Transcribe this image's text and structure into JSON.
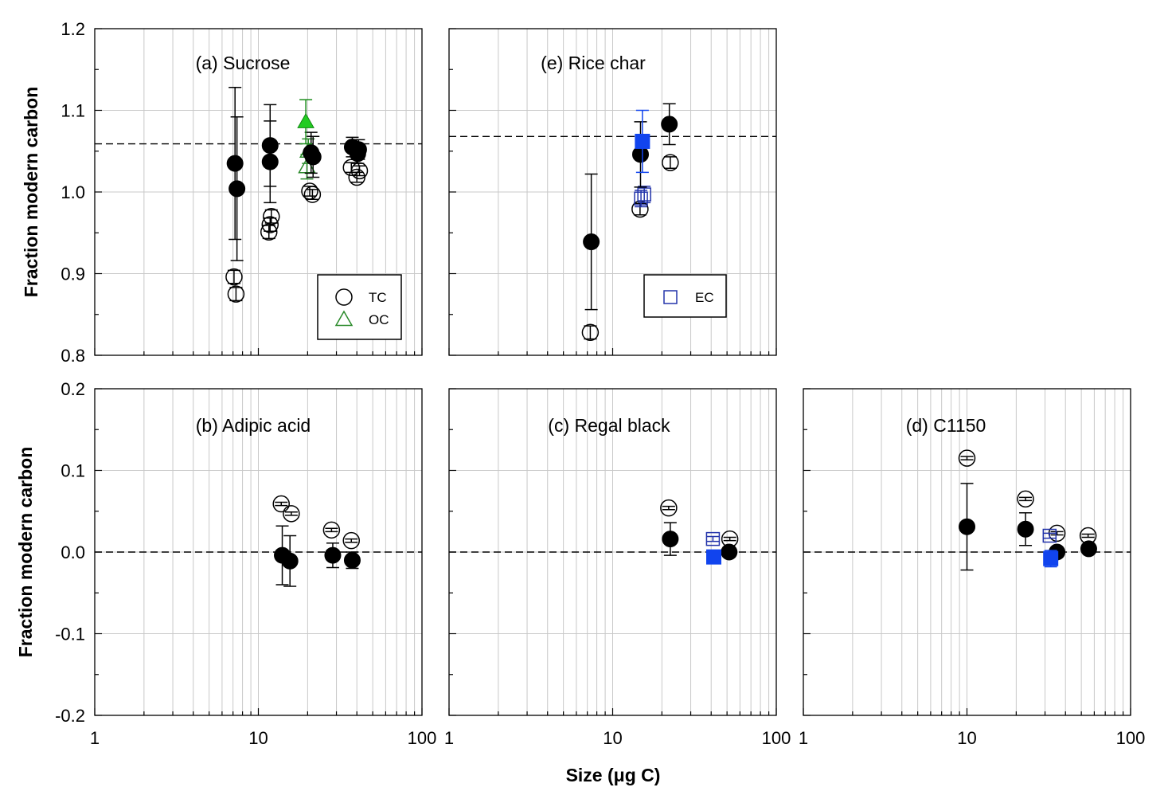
{
  "figure": {
    "y_axis_label_top": "Fraction modern carbon",
    "y_axis_label_bottom": "Fraction modern carbon",
    "x_axis_label": "Size (μg C)"
  },
  "colors": {
    "black": "#000000",
    "green": "#22cc22",
    "green_dark": "#2a8a2a",
    "blue": "#1144ee",
    "blue_dark": "#2233aa",
    "grid": "#c8c8c8"
  },
  "chart_data": [
    {
      "id": "a",
      "type": "scatter",
      "title": "(a) Sucrose",
      "xscale": "log",
      "xlim": [
        1,
        100
      ],
      "ylim": [
        0.8,
        1.2
      ],
      "yticks": [
        "0.8",
        "0.9",
        "1.0",
        "1.1",
        "1.2"
      ],
      "xticks": [
        "1",
        "10",
        "100"
      ],
      "show_yticks": true,
      "show_xticks": false,
      "grid": true,
      "reference_line": 1.059,
      "legend": {
        "position": "bottom-right",
        "entries": [
          {
            "label": "TC",
            "marker": "open-circle",
            "color": "#000000"
          },
          {
            "label": "OC",
            "marker": "open-triangle",
            "color": "#2a8a2a"
          }
        ]
      },
      "series": [
        {
          "marker": "filled-circle",
          "color": "#000000",
          "points": [
            {
              "x": 7.2,
              "y": 1.035,
              "err": 0.093
            },
            {
              "x": 7.4,
              "y": 1.004,
              "err": 0.088
            },
            {
              "x": 11.8,
              "y": 1.057,
              "err": 0.05
            },
            {
              "x": 11.8,
              "y": 1.037,
              "err": 0.05
            },
            {
              "x": 21.0,
              "y": 1.048,
              "err": 0.025
            },
            {
              "x": 21.6,
              "y": 1.043,
              "err": 0.025
            },
            {
              "x": 37.5,
              "y": 1.055,
              "err": 0.012
            },
            {
              "x": 40.5,
              "y": 1.047,
              "err": 0.012
            },
            {
              "x": 41.0,
              "y": 1.052,
              "err": 0.012
            }
          ]
        },
        {
          "marker": "open-circle",
          "color": "#000000",
          "points": [
            {
              "x": 7.1,
              "y": 0.896,
              "err": 0.008
            },
            {
              "x": 7.3,
              "y": 0.875,
              "err": 0.008
            },
            {
              "x": 11.6,
              "y": 0.951,
              "err": 0.008
            },
            {
              "x": 12.0,
              "y": 0.97,
              "err": 0.008
            },
            {
              "x": 11.8,
              "y": 0.96,
              "err": 0.008
            },
            {
              "x": 20.6,
              "y": 1.001,
              "err": 0.006
            },
            {
              "x": 21.4,
              "y": 0.997,
              "err": 0.006
            },
            {
              "x": 37.0,
              "y": 1.03,
              "err": 0.006
            },
            {
              "x": 40.0,
              "y": 1.018,
              "err": 0.006
            },
            {
              "x": 41.5,
              "y": 1.026,
              "err": 0.006
            }
          ]
        },
        {
          "marker": "filled-triangle",
          "color": "#22cc22",
          "points": [
            {
              "x": 19.5,
              "y": 1.086,
              "err": 0.027
            }
          ]
        },
        {
          "marker": "open-triangle",
          "color": "#2a8a2a",
          "points": [
            {
              "x": 19.8,
              "y": 1.031,
              "err": 0.015
            },
            {
              "x": 20.2,
              "y": 1.05,
              "err": 0.015
            }
          ]
        }
      ]
    },
    {
      "id": "e",
      "type": "scatter",
      "title": "(e) Rice char",
      "xscale": "log",
      "xlim": [
        1,
        100
      ],
      "ylim": [
        0.8,
        1.2
      ],
      "yticks": [],
      "xticks": [
        "1",
        "10",
        "100"
      ],
      "show_yticks": false,
      "show_xticks": false,
      "grid": true,
      "reference_line": 1.068,
      "legend": {
        "position": "bottom-right",
        "entries": [
          {
            "label": "EC",
            "marker": "open-square",
            "color": "#2233aa"
          }
        ]
      },
      "series": [
        {
          "marker": "filled-circle",
          "color": "#000000",
          "points": [
            {
              "x": 7.4,
              "y": 0.939,
              "err": 0.083
            },
            {
              "x": 14.8,
              "y": 1.046,
              "err": 0.04
            },
            {
              "x": 22.2,
              "y": 1.083,
              "err": 0.025
            }
          ]
        },
        {
          "marker": "open-circle",
          "color": "#000000",
          "points": [
            {
              "x": 7.3,
              "y": 0.828,
              "err": 0.008
            },
            {
              "x": 14.7,
              "y": 0.979,
              "err": 0.007
            },
            {
              "x": 22.5,
              "y": 1.036,
              "err": 0.007
            }
          ]
        },
        {
          "marker": "filled-square",
          "color": "#1144ee",
          "points": [
            {
              "x": 15.2,
              "y": 1.062,
              "err": 0.038
            }
          ]
        },
        {
          "marker": "open-square",
          "color": "#2233aa",
          "points": [
            {
              "x": 14.9,
              "y": 0.992,
              "err": 0.01
            },
            {
              "x": 15.6,
              "y": 0.997,
              "err": 0.01
            }
          ]
        }
      ]
    },
    {
      "id": "b",
      "type": "scatter",
      "title": "(b) Adipic acid",
      "xscale": "log",
      "xlim": [
        1,
        100
      ],
      "ylim": [
        -0.2,
        0.2
      ],
      "yticks": [
        "-0.2",
        "-0.1",
        "0.0",
        "0.1",
        "0.2"
      ],
      "xticks": [
        "1",
        "10",
        "100"
      ],
      "show_yticks": true,
      "show_xticks": true,
      "grid": true,
      "reference_line": 0.0,
      "series": [
        {
          "marker": "filled-circle",
          "color": "#000000",
          "points": [
            {
              "x": 14.0,
              "y": -0.004,
              "err": 0.036
            },
            {
              "x": 15.6,
              "y": -0.011,
              "err": 0.031
            },
            {
              "x": 28.5,
              "y": -0.004,
              "err": 0.015
            },
            {
              "x": 37.5,
              "y": -0.01,
              "err": 0.01
            }
          ]
        },
        {
          "marker": "open-circle",
          "color": "#000000",
          "points": [
            {
              "x": 13.8,
              "y": 0.059,
              "err": 0.002
            },
            {
              "x": 15.9,
              "y": 0.047,
              "err": 0.002
            },
            {
              "x": 28.0,
              "y": 0.027,
              "err": 0.002
            },
            {
              "x": 37.0,
              "y": 0.014,
              "err": 0.002
            }
          ]
        }
      ]
    },
    {
      "id": "c",
      "type": "scatter",
      "title": "(c) Regal black",
      "xscale": "log",
      "xlim": [
        1,
        100
      ],
      "ylim": [
        -0.2,
        0.2
      ],
      "yticks": [],
      "xticks": [
        "1",
        "10",
        "100"
      ],
      "show_yticks": false,
      "show_xticks": true,
      "grid": true,
      "reference_line": 0.0,
      "series": [
        {
          "marker": "filled-circle",
          "color": "#000000",
          "points": [
            {
              "x": 22.5,
              "y": 0.016,
              "err": 0.02
            },
            {
              "x": 51.5,
              "y": 0.0,
              "err": 0.006
            }
          ]
        },
        {
          "marker": "open-circle",
          "color": "#000000",
          "points": [
            {
              "x": 22.0,
              "y": 0.054,
              "err": 0.002
            },
            {
              "x": 52.0,
              "y": 0.016,
              "err": 0.002
            }
          ]
        },
        {
          "marker": "filled-square",
          "color": "#1144ee",
          "points": [
            {
              "x": 41.5,
              "y": -0.006,
              "err": 0.008
            }
          ]
        },
        {
          "marker": "open-square",
          "color": "#2233aa",
          "points": [
            {
              "x": 41.0,
              "y": 0.016,
              "err": 0.003
            }
          ]
        }
      ]
    },
    {
      "id": "d",
      "type": "scatter",
      "title": "(d) C1150",
      "xscale": "log",
      "xlim": [
        1,
        100
      ],
      "ylim": [
        -0.2,
        0.2
      ],
      "yticks": [],
      "xticks": [
        "1",
        "10",
        "100"
      ],
      "show_yticks": false,
      "show_xticks": true,
      "grid": true,
      "reference_line": 0.0,
      "series": [
        {
          "marker": "filled-circle",
          "color": "#000000",
          "points": [
            {
              "x": 10.0,
              "y": 0.031,
              "err": 0.053
            },
            {
              "x": 22.8,
              "y": 0.028,
              "err": 0.02
            },
            {
              "x": 35.5,
              "y": 0.0,
              "err": 0.006
            },
            {
              "x": 55.5,
              "y": 0.004,
              "err": 0.004
            }
          ]
        },
        {
          "marker": "open-circle",
          "color": "#000000",
          "points": [
            {
              "x": 10.0,
              "y": 0.115,
              "err": 0.002
            },
            {
              "x": 22.8,
              "y": 0.065,
              "err": 0.002
            },
            {
              "x": 35.5,
              "y": 0.023,
              "err": 0.002
            },
            {
              "x": 55.0,
              "y": 0.02,
              "err": 0.002
            }
          ]
        },
        {
          "marker": "filled-square",
          "color": "#1144ee",
          "points": [
            {
              "x": 32.5,
              "y": -0.008,
              "err": 0.01
            }
          ]
        },
        {
          "marker": "open-square",
          "color": "#2233aa",
          "points": [
            {
              "x": 32.0,
              "y": 0.02,
              "err": 0.003
            }
          ]
        }
      ]
    }
  ]
}
